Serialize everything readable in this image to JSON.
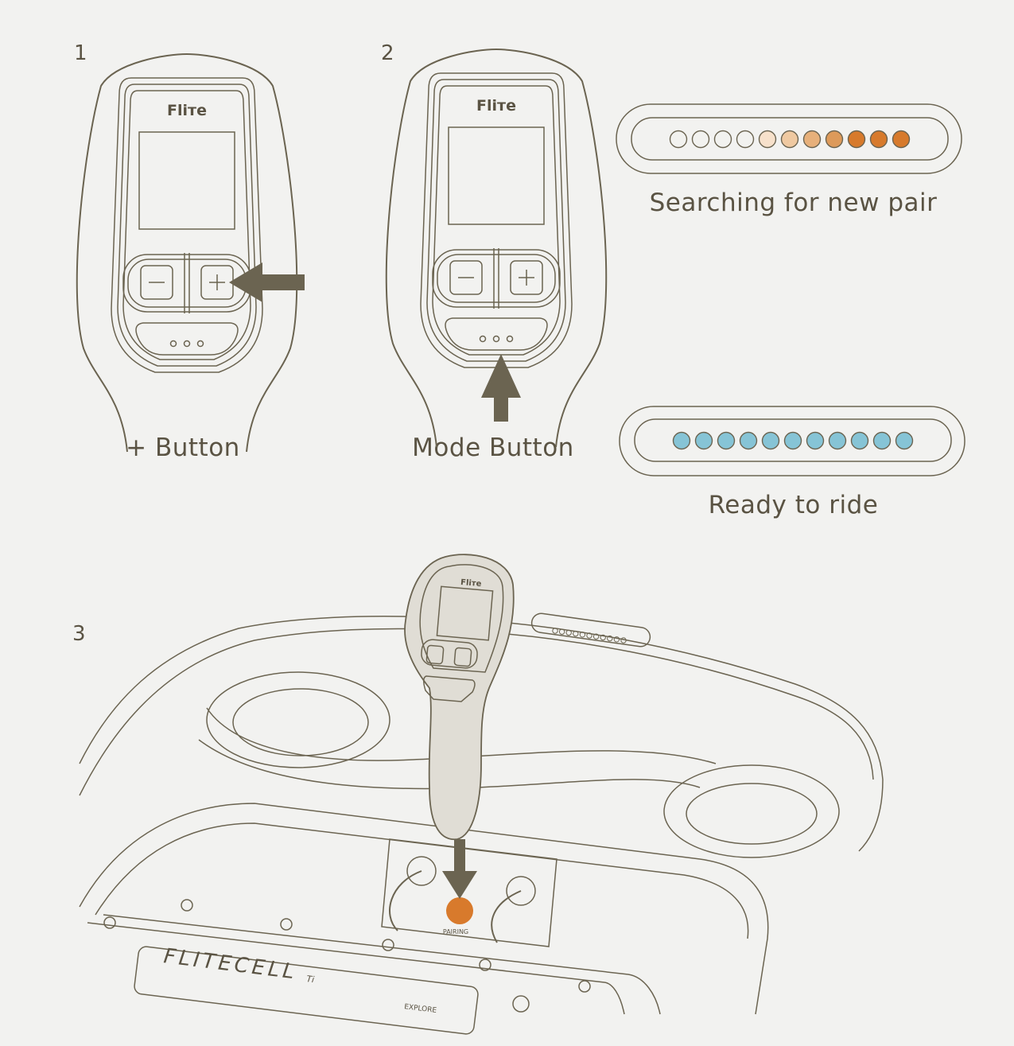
{
  "steps": {
    "step1": {
      "number": "1",
      "caption": "+ Button"
    },
    "step2": {
      "number": "2",
      "caption": "Mode Button"
    },
    "step3": {
      "number": "3"
    }
  },
  "remote": {
    "brand": "Fliтe"
  },
  "status": {
    "searching": {
      "label": "Searching for new pair",
      "led_count": 11,
      "led_colors": [
        "#f2f2ef",
        "#f2f2ef",
        "#f2f2ef",
        "#f2f2ef",
        "#f7e1cb",
        "#efc9a1",
        "#e7b07a",
        "#dd9a5a",
        "#d77a2c",
        "#d77a2c",
        "#d77a2c"
      ]
    },
    "ready": {
      "label": "Ready to ride",
      "led_count": 11,
      "led_color": "#86c4d6"
    }
  },
  "board": {
    "pairing_label": "PAIRING",
    "pairing_color": "#d87a2c",
    "battery_brand": "FLITECELL",
    "battery_model": "Ti",
    "battery_tagline": "EXPLORE"
  },
  "colors": {
    "line": "#6b6451",
    "arrow": "#6b6451",
    "background": "#f2f2f0"
  }
}
